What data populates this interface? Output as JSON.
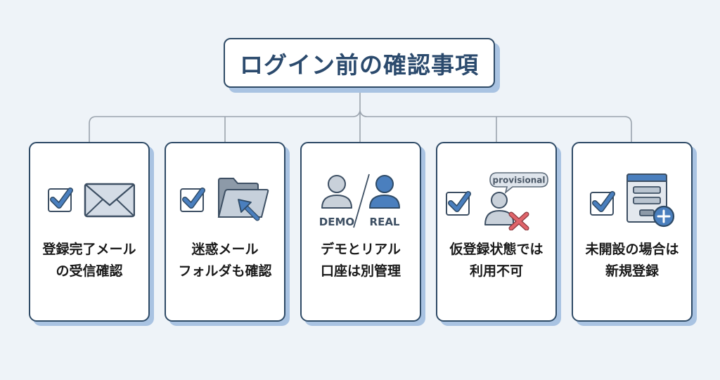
{
  "title": "ログイン前の確認事項",
  "colors": {
    "background": "#eef3f8",
    "border": "#2e4a66",
    "shadow": "#a9c3e2",
    "accent_blue": "#3f78b8",
    "icon_gray": "#c9d3de",
    "cross_red": "#e0646a",
    "connector": "#9aa3ad"
  },
  "cards": [
    {
      "icons": [
        "checkbox-icon",
        "envelope-icon"
      ],
      "lines": [
        "登録完了メール",
        "の受信確認"
      ]
    },
    {
      "icons": [
        "checkbox-icon",
        "folder-arrow-icon"
      ],
      "lines": [
        "迷惑メール",
        "フォルダも確認"
      ]
    },
    {
      "icons": [
        "demo-user-icon",
        "real-user-icon"
      ],
      "icon_labels": {
        "demo": "DEMO",
        "real": "REAL"
      },
      "lines": [
        "デモとリアル",
        "口座は別管理"
      ]
    },
    {
      "icons": [
        "checkbox-icon",
        "provisional-user-cross-icon"
      ],
      "bubble_label": "provisional",
      "lines": [
        "仮登録状態では",
        "利用不可"
      ]
    },
    {
      "icons": [
        "checkbox-icon",
        "form-add-icon"
      ],
      "lines": [
        "未開設の場合は",
        "新規登録"
      ]
    }
  ]
}
